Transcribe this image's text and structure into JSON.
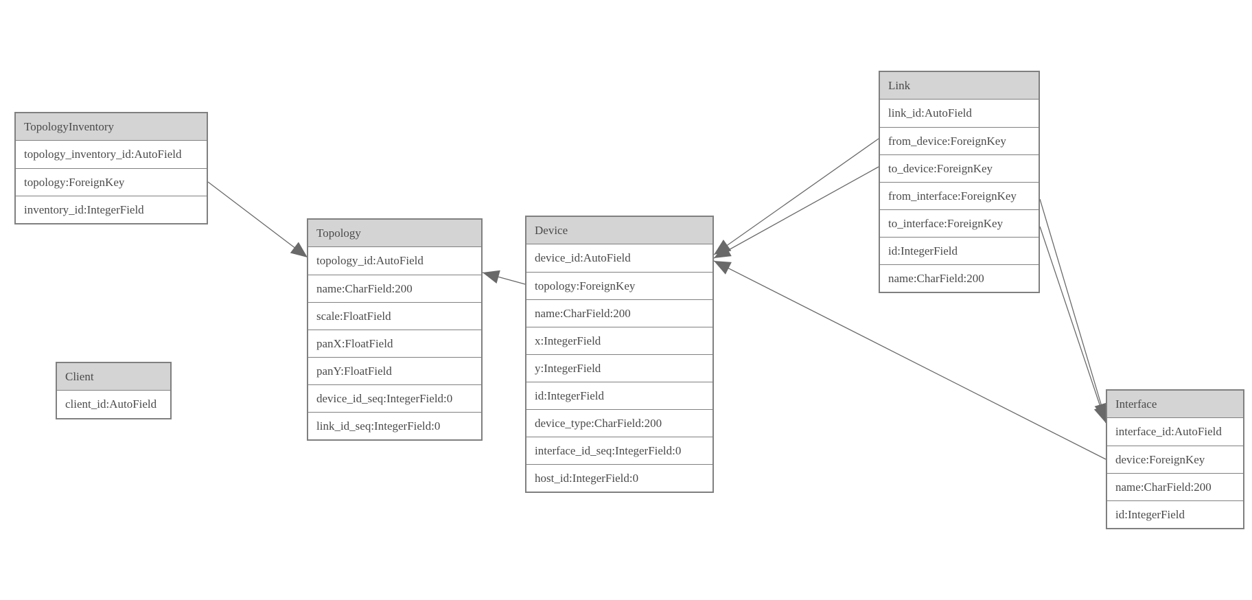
{
  "colors": {
    "background": "#ffffff",
    "header_fill": "#d4d4d4",
    "border": "#7f7f7f",
    "text": "#4a4a4a",
    "edge": "#696969"
  },
  "tables": [
    {
      "title": "TopologyInventory",
      "fields": [
        "topology_inventory_id:AutoField",
        "topology:ForeignKey",
        "inventory_id:IntegerField"
      ]
    },
    {
      "title": "Topology",
      "fields": [
        "topology_id:AutoField",
        "name:CharField:200",
        "scale:FloatField",
        "panX:FloatField",
        "panY:FloatField",
        "device_id_seq:IntegerField:0",
        "link_id_seq:IntegerField:0"
      ]
    },
    {
      "title": "Client",
      "fields": [
        "client_id:AutoField"
      ]
    },
    {
      "title": "Device",
      "fields": [
        "device_id:AutoField",
        "topology:ForeignKey",
        "name:CharField:200",
        "x:IntegerField",
        "y:IntegerField",
        "id:IntegerField",
        "device_type:CharField:200",
        "interface_id_seq:IntegerField:0",
        "host_id:IntegerField:0"
      ]
    },
    {
      "title": "Link",
      "fields": [
        "link_id:AutoField",
        "from_device:ForeignKey",
        "to_device:ForeignKey",
        "from_interface:ForeignKey",
        "to_interface:ForeignKey",
        "id:IntegerField",
        "name:CharField:200"
      ]
    },
    {
      "title": "Interface",
      "fields": [
        "interface_id:AutoField",
        "device:ForeignKey",
        "name:CharField:200",
        "id:IntegerField"
      ]
    }
  ],
  "relationships": [
    {
      "from": "TopologyInventory.topology",
      "to": "Topology"
    },
    {
      "from": "Device.topology",
      "to": "Topology"
    },
    {
      "from": "Link.from_device",
      "to": "Device"
    },
    {
      "from": "Link.to_device",
      "to": "Device"
    },
    {
      "from": "Link.from_interface",
      "to": "Interface"
    },
    {
      "from": "Link.to_interface",
      "to": "Interface"
    },
    {
      "from": "Interface.device",
      "to": "Device"
    }
  ]
}
